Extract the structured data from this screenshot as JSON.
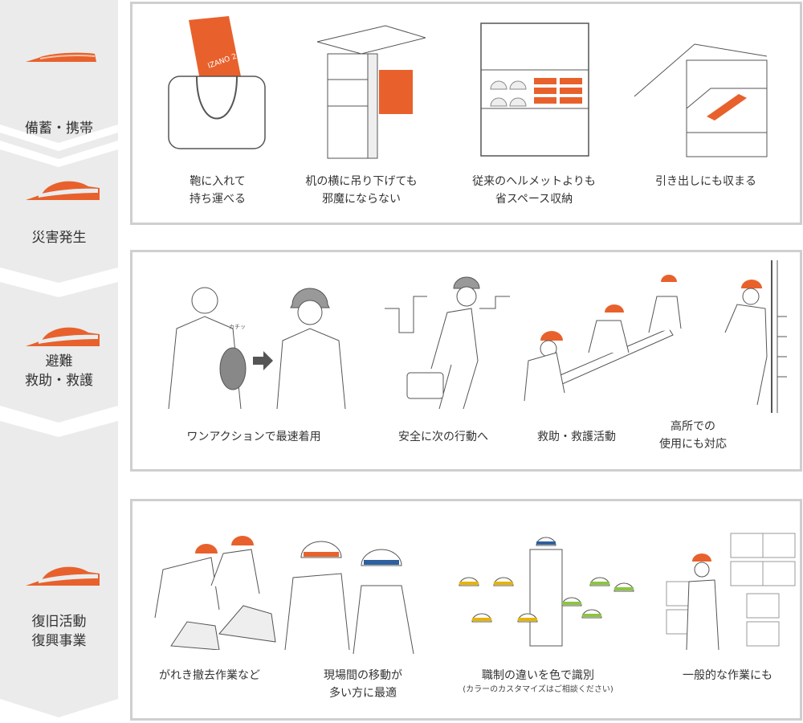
{
  "stages": [
    {
      "label_lines": [
        "備蓄・携帯"
      ]
    },
    {
      "label_lines": [
        "災害発生"
      ]
    },
    {
      "label_lines": [
        "避難",
        "救助・救護"
      ]
    },
    {
      "label_lines": [
        "復旧活動",
        "復興事業"
      ]
    }
  ],
  "panels": [
    {
      "items": [
        {
          "lines": [
            "鞄に入れて",
            "持ち運べる"
          ]
        },
        {
          "lines": [
            "机の横に吊り下げても",
            "邪魔にならない"
          ]
        },
        {
          "lines": [
            "従来のヘルメットよりも",
            "省スペース収納"
          ]
        },
        {
          "lines": [
            "引き出しにも収まる"
          ]
        }
      ]
    },
    {
      "items": [
        {
          "lines": [
            "ワンアクションで最速着用"
          ]
        },
        {
          "lines": [
            "安全に次の行動へ"
          ]
        },
        {
          "lines": [
            "救助・救護活動"
          ]
        },
        {
          "lines": [
            "高所での",
            "使用にも対応"
          ]
        }
      ]
    },
    {
      "items": [
        {
          "lines": [
            "がれき撤去作業など"
          ]
        },
        {
          "lines": [
            "現場間の移動が",
            "多い方に最適"
          ]
        },
        {
          "lines": [
            "職制の違いを色で識別"
          ],
          "note": "(カラーのカスタマイズはご相談ください)"
        },
        {
          "lines": [
            "一般的な作業にも"
          ]
        }
      ]
    }
  ],
  "illustration_text": {
    "bag_brand": "IZANO 2",
    "click_sound": "カチッ"
  },
  "colors": {
    "accent": "#e8612c",
    "strip": "#ebebeb",
    "border": "#cfcfcf",
    "line": "#555555"
  }
}
